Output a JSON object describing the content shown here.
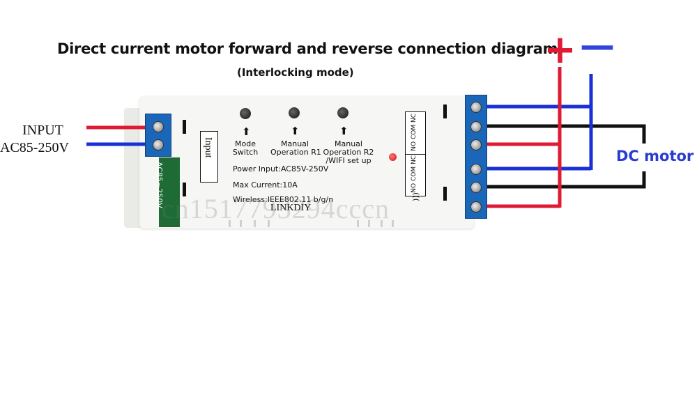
{
  "title": "Direct current motor forward and reverse connection diagram",
  "subtitle": "(Interlocking mode)",
  "polarity": {
    "plus": "+",
    "minus": "—"
  },
  "input": {
    "label": "INPUT",
    "range": "AC85-250V"
  },
  "motor_label": "DC motor",
  "module": {
    "input_box": "Input",
    "ac_rot_label": "AC85~250V",
    "buttons": [
      {
        "line1": "Mode",
        "line2": "Switch"
      },
      {
        "line1": "Manual",
        "line2": "Operation R1"
      },
      {
        "line1": "Manual",
        "line2": "Operation R2",
        "line3": "/WIFI set up"
      }
    ],
    "info": {
      "power": "Power Input:AC85V-250V",
      "current": "Max Current:10A",
      "wireless": "Wireless:IEEE802.11 b/g/n"
    },
    "brand": "LINKDIY",
    "relay_labels": [
      "NO COM NC",
      "NO COM NC"
    ]
  },
  "watermark": "cn1517793294cccn",
  "colors": {
    "red_wire": "#e01a35",
    "blue_wire": "#1a2fd6",
    "black_wire": "#111111",
    "terminal": "#1a66b8",
    "motor_label": "#2a3cd0"
  }
}
